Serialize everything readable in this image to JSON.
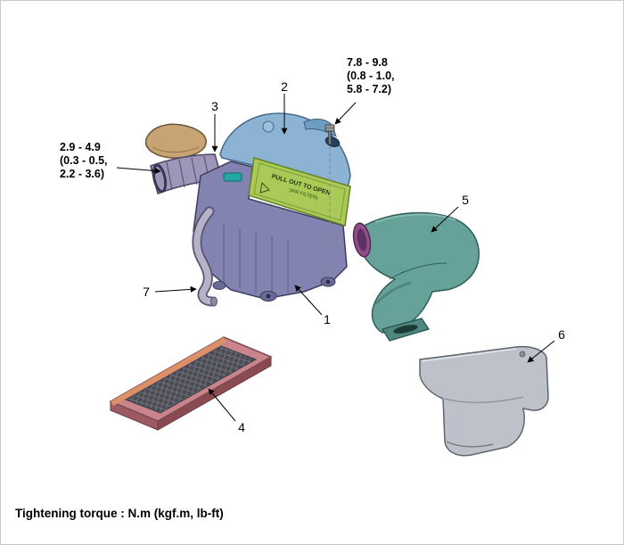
{
  "diagram": {
    "footer": "Tightening torque : N.m (kgf.m, lb-ft)",
    "torque_specs": {
      "bolt": {
        "line1": "7.8 - 9.8",
        "line2": "(0.8 - 1.0,",
        "line3": "5.8 - 7.2)"
      },
      "clamp": {
        "line1": "2.9 - 4.9",
        "line2": "(0.3 - 0.5,",
        "line3": "2.2 - 3.6)"
      }
    },
    "callouts": {
      "c1": "1",
      "c2": "2",
      "c3": "3",
      "c4": "4",
      "c5": "5",
      "c6": "6",
      "c7": "7"
    },
    "cover_label": {
      "line1": "PULL OUT TO OPEN",
      "line2": "(AIR FILTER)"
    },
    "colors": {
      "housing_purple": "#8283b0",
      "housing_blue": "#8db3d4",
      "cover_green": "#a9ca57",
      "duct_teal": "#66a19a",
      "cover_gray": "#bdc1c9",
      "filter_frame_pink": "#c9858b",
      "cap_tan": "#c8a474",
      "inlet_magenta": "#8e4f8c"
    }
  }
}
